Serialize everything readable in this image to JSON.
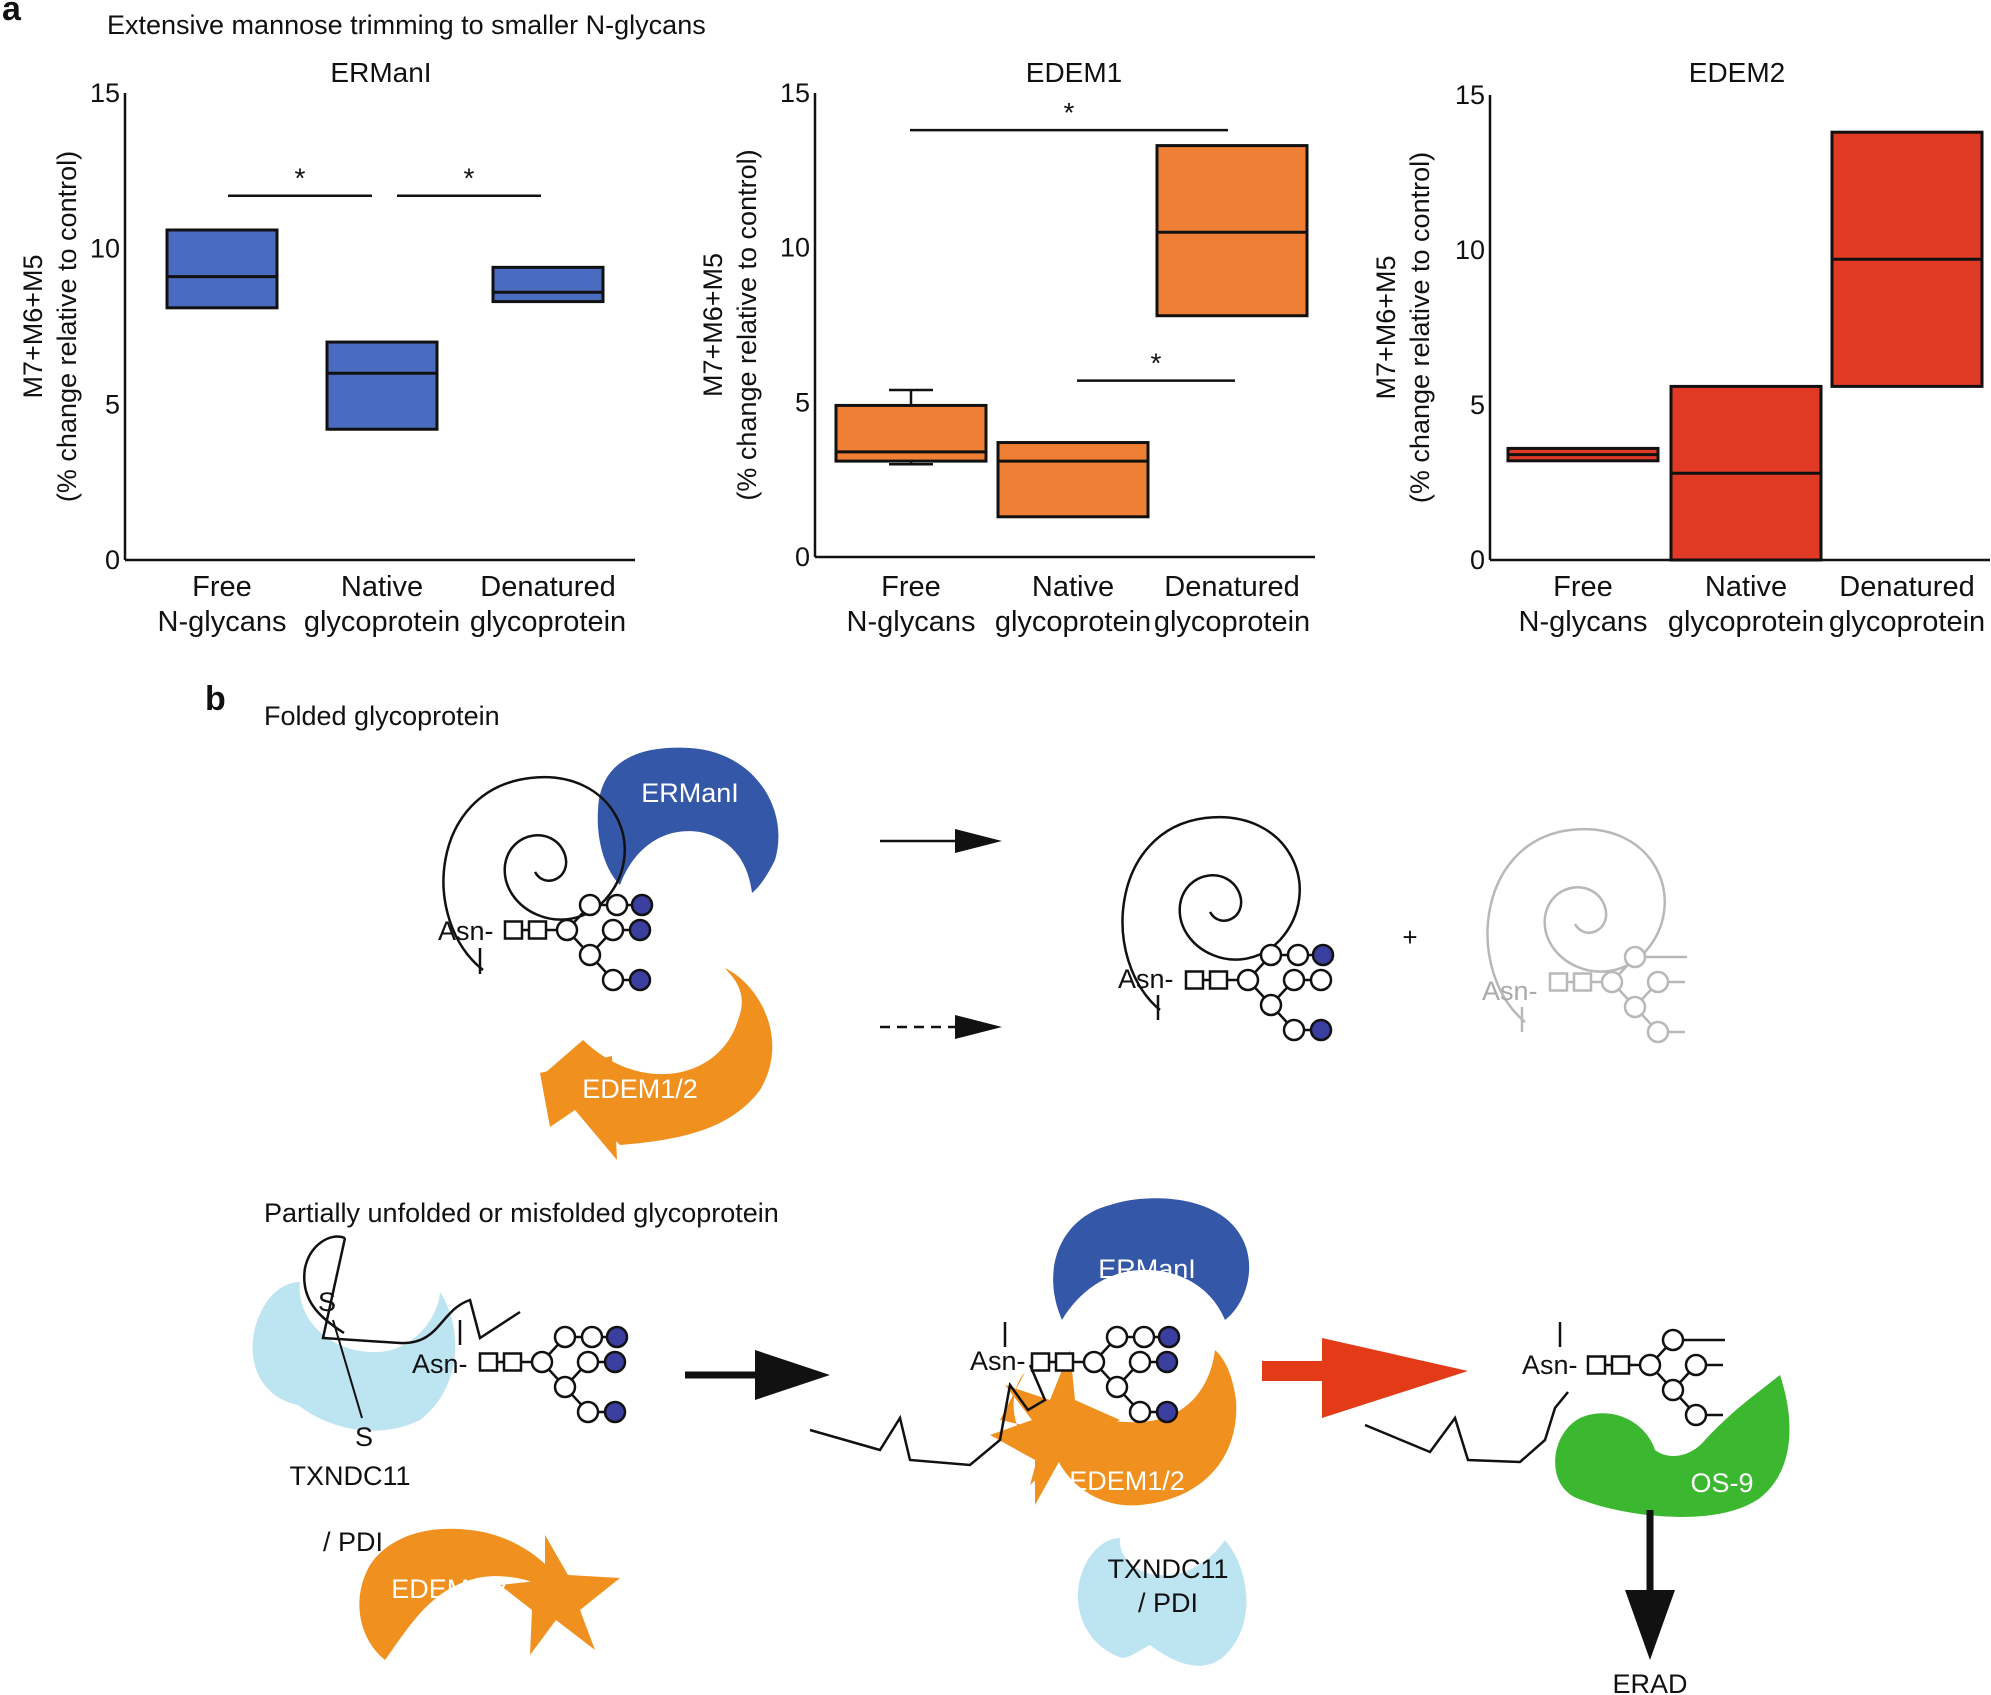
{
  "panel_a": {
    "letter": "a",
    "title": "Extensive mannose trimming to smaller N-glycans",
    "ylabel_line1": "M7+M6+M5",
    "ylabel_line2": "(% change relative to control)"
  },
  "chart_data": [
    {
      "type": "boxplot",
      "title": "ERManI",
      "ylabel": "M7+M6+M5 (% change relative to control)",
      "ylim": [
        0,
        15
      ],
      "yticks": [
        "0",
        "5",
        "10",
        "15"
      ],
      "categories": [
        {
          "line1": "Free",
          "line2": "N-glycans"
        },
        {
          "line1": "Native",
          "line2": "glycoprotein"
        },
        {
          "line1": "Denatured",
          "line2": "glycoprotein"
        }
      ],
      "boxes": [
        {
          "whisker_low": 8.1,
          "q1": 8.1,
          "median": 9.1,
          "q3": 10.6,
          "whisker_high": 10.6
        },
        {
          "whisker_low": 4.2,
          "q1": 4.2,
          "median": 6.0,
          "q3": 7.0,
          "whisker_high": 7.0
        },
        {
          "whisker_low": 8.3,
          "q1": 8.3,
          "median": 8.6,
          "q3": 9.4,
          "whisker_high": 9.4
        }
      ],
      "color": "#4a6cc0",
      "significance": [
        {
          "from": 0,
          "to": 1,
          "y": 11.7,
          "label": "*"
        },
        {
          "from": 1,
          "to": 2,
          "y": 11.7,
          "label": "*"
        }
      ]
    },
    {
      "type": "boxplot",
      "title": "EDEM1",
      "ylabel": "M7+M6+M5 (% change relative to control)",
      "ylim": [
        0,
        15
      ],
      "yticks": [
        "0",
        "5",
        "10",
        "15"
      ],
      "categories": [
        {
          "line1": "Free",
          "line2": "N-glycans"
        },
        {
          "line1": "Native",
          "line2": "glycoprotein"
        },
        {
          "line1": "Denatured",
          "line2": "glycoprotein"
        }
      ],
      "boxes": [
        {
          "whisker_low": 3.0,
          "q1": 3.1,
          "median": 3.4,
          "q3": 4.9,
          "whisker_high": 5.4
        },
        {
          "whisker_low": 1.3,
          "q1": 1.3,
          "median": 3.1,
          "q3": 3.7,
          "whisker_high": 3.7
        },
        {
          "whisker_low": 7.8,
          "q1": 7.8,
          "median": 10.5,
          "q3": 13.3,
          "whisker_high": 13.3
        }
      ],
      "color": "#ee7f35",
      "significance": [
        {
          "from": 0,
          "to": 2,
          "y": 13.8,
          "label": "*"
        },
        {
          "from": 1,
          "to": 2,
          "y": 5.7,
          "label": "*"
        }
      ]
    },
    {
      "type": "boxplot",
      "title": "EDEM2",
      "ylabel": "M7+M6+M5 (% change relative to control)",
      "ylim": [
        0,
        15
      ],
      "yticks": [
        "0",
        "5",
        "10",
        "15"
      ],
      "categories": [
        {
          "line1": "Free",
          "line2": "N-glycans"
        },
        {
          "line1": "Native",
          "line2": "glycoprotein"
        },
        {
          "line1": "Denatured",
          "line2": "glycoprotein"
        }
      ],
      "boxes": [
        {
          "whisker_low": 3.2,
          "q1": 3.2,
          "median": 3.4,
          "q3": 3.6,
          "whisker_high": 3.6
        },
        {
          "whisker_low": 0.0,
          "q1": 0.0,
          "median": 2.8,
          "q3": 5.6,
          "whisker_high": 5.6
        },
        {
          "whisker_low": 5.6,
          "q1": 5.6,
          "median": 9.7,
          "q3": 13.8,
          "whisker_high": 13.8
        }
      ],
      "color": "#e03a25",
      "significance": []
    }
  ],
  "panel_b": {
    "letter": "b",
    "folded_title": "Folded glycoprotein",
    "misfolded_title": "Partially unfolded or misfolded glycoprotein",
    "asn": "Asn-",
    "plus": "+",
    "s_label": "S",
    "erad": "ERAD",
    "enzymes": {
      "ermani": "ERManI",
      "edem": "EDEM1/2",
      "txndc_line1": "TXNDC11",
      "txndc_line2": "/ PDI",
      "os9": "OS-9"
    },
    "colors": {
      "ermani": "#3457a8",
      "edem": "#f0901f",
      "txndc": "#bde4f1",
      "os9": "#3cb830",
      "red_arrow": "#e33a17",
      "mannose_filled": "#3a3e9e",
      "faded": "#b8b8b8"
    }
  }
}
